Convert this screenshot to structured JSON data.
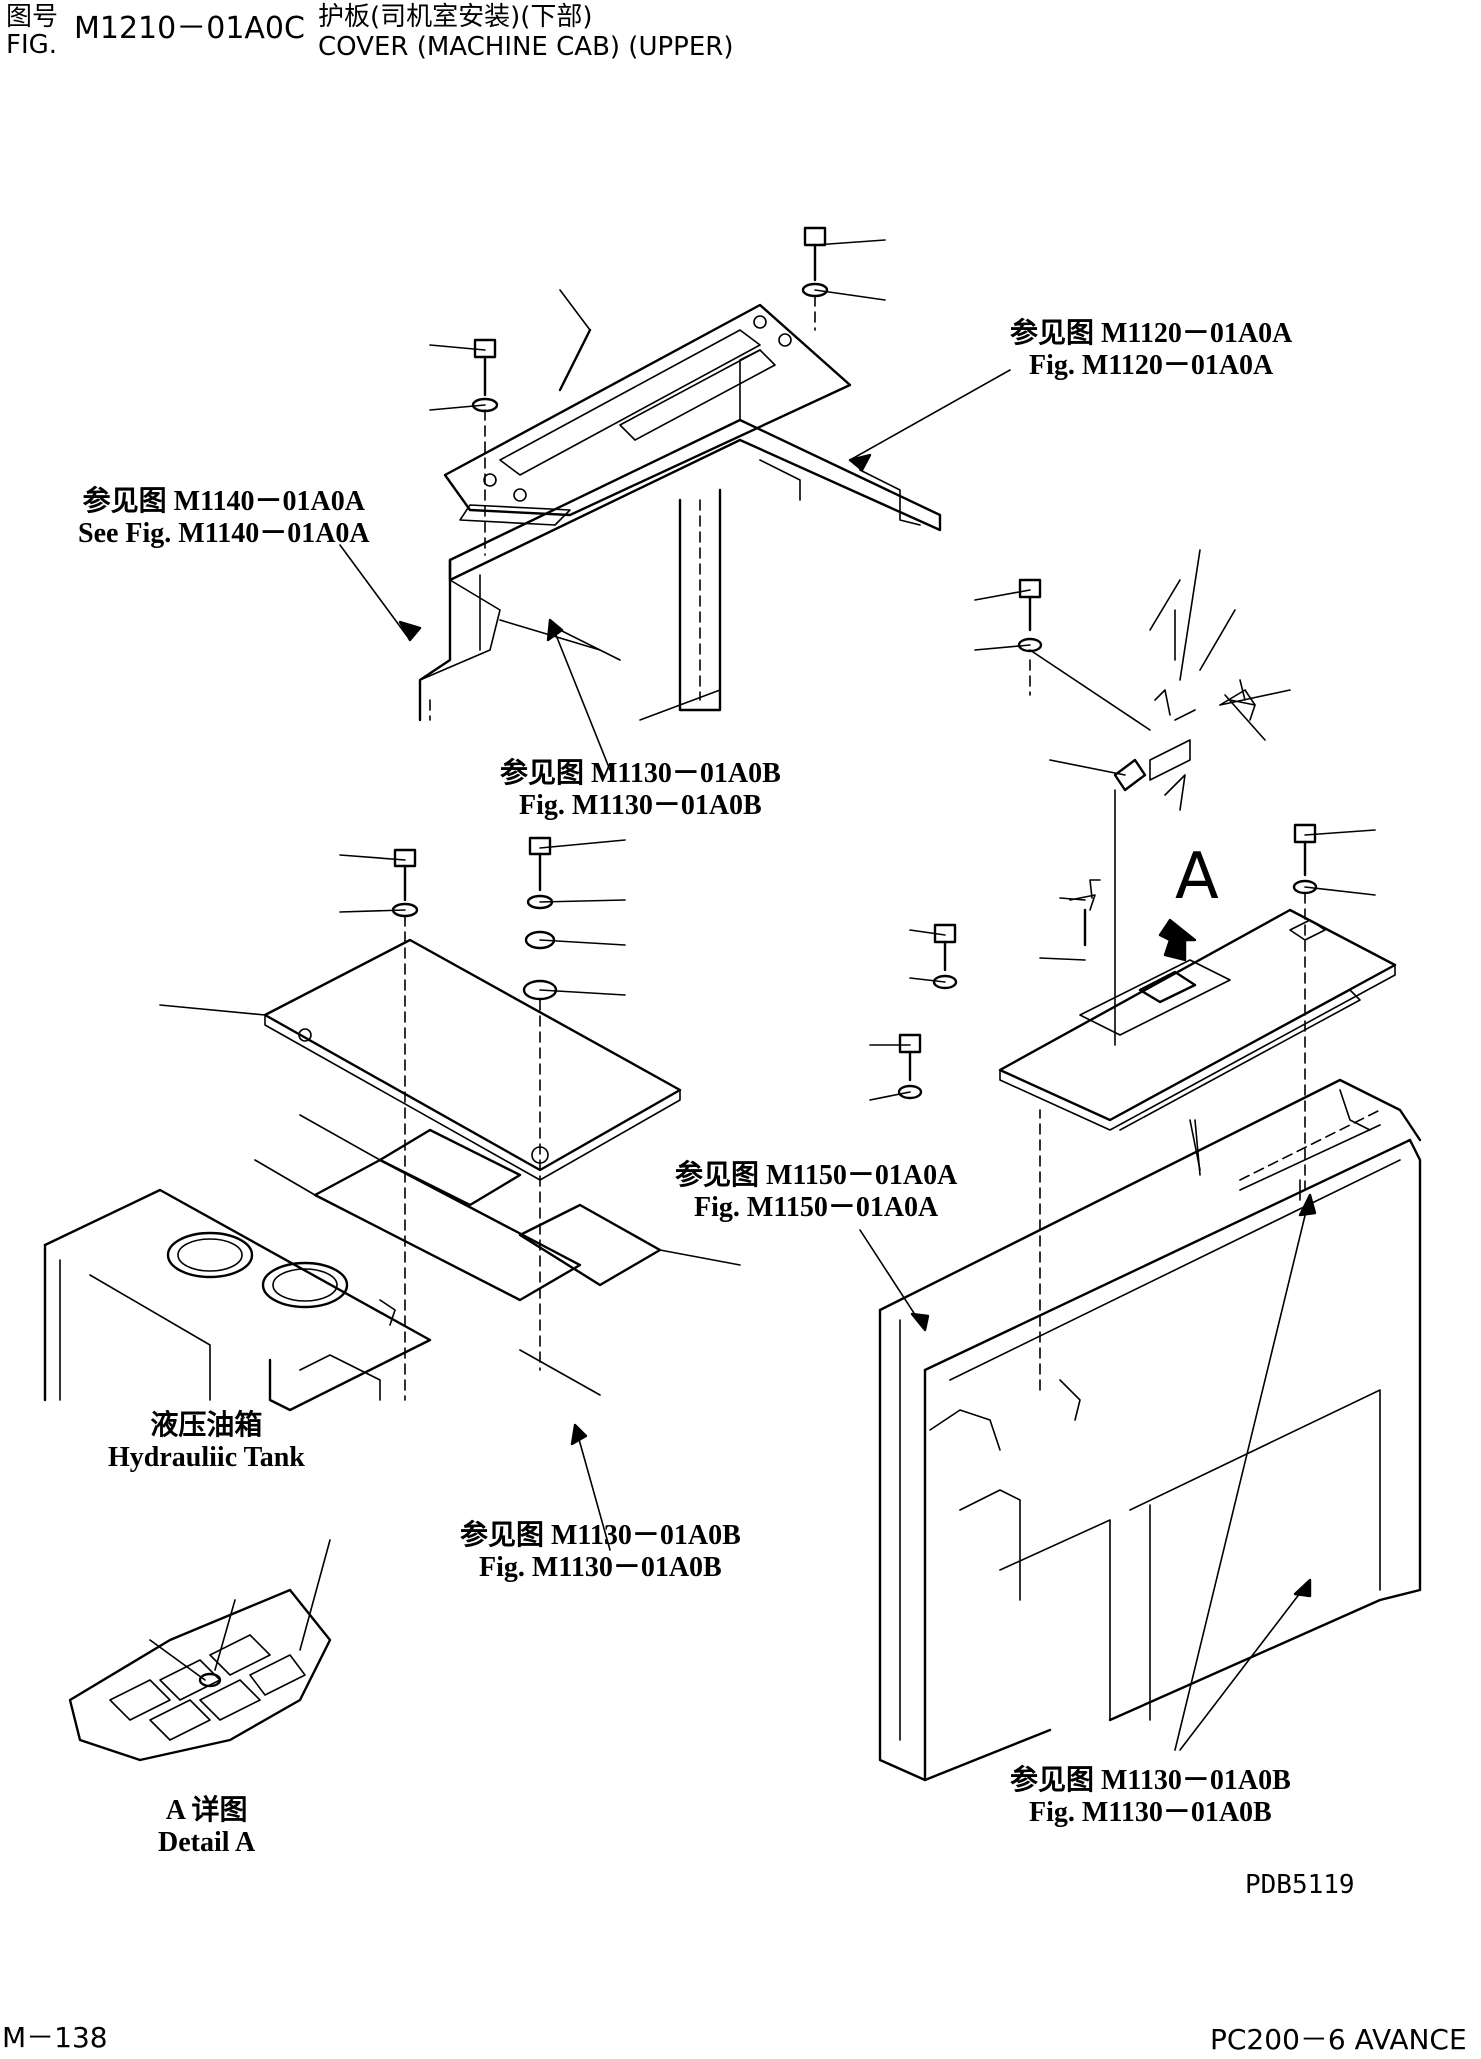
{
  "header": {
    "fig_cn": "图号",
    "fig_en": "FIG.",
    "fig_no": "M1210－01A0C",
    "title_cn": "护板(司机室安装)(下部)",
    "title_en": "COVER (MACHINE CAB) (UPPER)"
  },
  "refs": [
    {
      "cn": "参见图 M1120－01A0A",
      "en": "Fig. M1120－01A0A"
    },
    {
      "cn": "参见图 M1140－01A0A",
      "en": "See Fig. M1140－01A0A"
    },
    {
      "cn": "参见图 M1130－01A0B",
      "en": "Fig. M1130－01A0B"
    },
    {
      "cn": "参见图 M1150－01A0A",
      "en": "Fig. M1150－01A0A"
    },
    {
      "cn": "参见图 M1130－01A0B",
      "en": "Fig. M1130－01A0B"
    },
    {
      "cn": "参见图 M1130－01A0B",
      "en": "Fig. M1130－01A0B"
    }
  ],
  "labels": {
    "tank_cn": "液压油箱",
    "tank_en": "Hydrauliic Tank",
    "detail_cn": "A 详图",
    "detail_en": "Detail A",
    "view_marker": "A"
  },
  "drawing_code": "PDB5119",
  "footer": {
    "page": "M－138",
    "model": "PC200－6 AVANCE"
  }
}
